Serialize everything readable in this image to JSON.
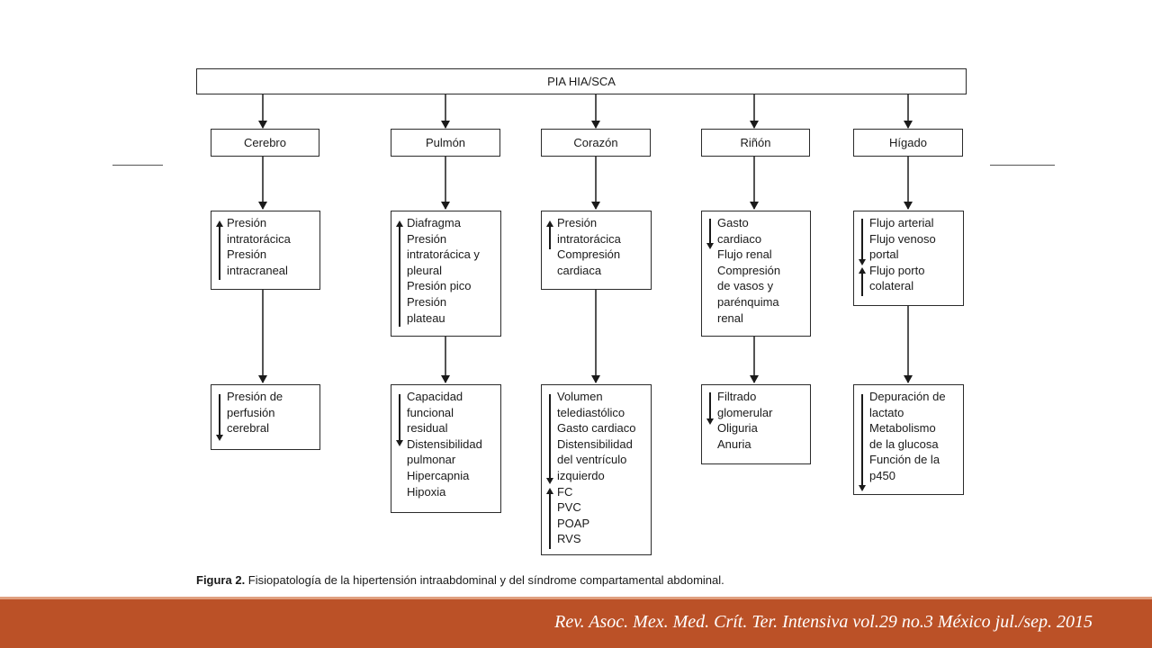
{
  "diagram": {
    "root": "PIA HIA/SCA",
    "columns": [
      {
        "organ": "Cerebro",
        "first_effect": {
          "arrow": "up",
          "lines": [
            "Presión",
            "intratorácica",
            "Presión",
            "intracraneal"
          ]
        },
        "second_effect": [
          {
            "arrow": "down",
            "lines": [
              "Presión de",
              "perfusión",
              "cerebral"
            ]
          }
        ]
      },
      {
        "organ": "Pulmón",
        "first_effect": {
          "arrow": "up",
          "lines": [
            "Diafragma",
            "Presión",
            "intratorácica y",
            "pleural",
            "Presión pico",
            "Presión",
            "plateau"
          ]
        },
        "second_effect": [
          {
            "arrow": "down",
            "lines": [
              "Capacidad",
              "funcional",
              "residual",
              "Distensibilidad",
              "pulmonar",
              "Hipercapnia",
              "Hipoxia"
            ]
          }
        ]
      },
      {
        "organ": "Corazón",
        "first_effect": {
          "arrow": "up",
          "lines": [
            "Presión",
            "intratorácica",
            "Compresión",
            "cardiaca"
          ]
        },
        "second_effect": [
          {
            "arrow": "down",
            "lines": [
              "Volumen",
              "telediastólico",
              "Gasto cardiaco",
              "Distensibilidad",
              "del ventrículo",
              "izquierdo"
            ]
          },
          {
            "arrow": "up",
            "lines": [
              "FC",
              "PVC",
              "POAP",
              "RVS"
            ]
          }
        ]
      },
      {
        "organ": "Riñón",
        "first_effect": {
          "arrow": "down",
          "lines": [
            "Gasto",
            "cardiaco",
            "Flujo renal",
            "Compresión",
            "de vasos y",
            "parénquima",
            "renal"
          ]
        },
        "second_effect": [
          {
            "arrow": "down",
            "lines": [
              "Filtrado",
              "glomerular",
              "Oliguria",
              "Anuria"
            ]
          }
        ]
      },
      {
        "organ": "Hígado",
        "first_effect": {
          "arrow": "mixed",
          "lines": [
            "Flujo arterial",
            "Flujo venoso",
            "portal",
            "Flujo porto",
            "colateral"
          ]
        },
        "second_effect": [
          {
            "arrow": "down",
            "lines": [
              "Depuración de",
              "lactato",
              "Metabolismo",
              "de la glucosa",
              "Función de la",
              "p450"
            ]
          }
        ]
      }
    ]
  },
  "caption": {
    "label": "Figura 2.",
    "text": " Fisiopatología de la hipertensión intraabdominal y del síndrome compartamental abdominal."
  },
  "footer": {
    "citation": "Rev. Asoc. Mex. Med. Crít. Ter. Intensiva vol.29 no.3 México jul./sep. 2015"
  },
  "colors": {
    "footer_bar": "#bb5127",
    "box_border": "#2b2b2b"
  }
}
